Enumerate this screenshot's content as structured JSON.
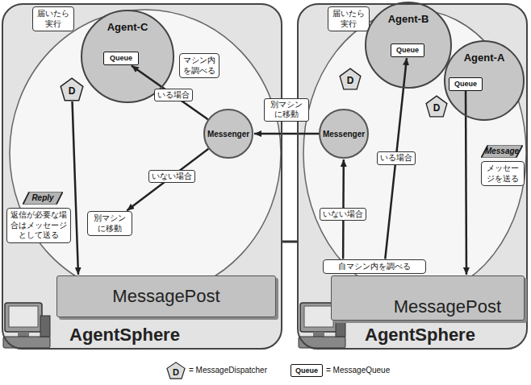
{
  "diagram": {
    "nodes": [
      {
        "text": [
          "AgentSphere"
        ]
      },
      {
        "text": [
          "届いたら実行"
        ],
        "in": 0
      },
      {
        "text": [
          "Agent-C"
        ],
        "in": 0
      },
      {
        "text": [
          "Queue"
        ],
        "in": 2
      },
      {
        "text": [
          "D"
        ],
        "in": 0
      },
      {
        "text": [
          "マシン内を調べる"
        ],
        "in": 0
      },
      {
        "text": [
          "Messenger"
        ],
        "in": 0
      },
      {
        "text": [
          "Reply"
        ],
        "in": 0
      },
      {
        "text": [
          "返信が必要な場合はメッセージとして送る"
        ],
        "in": 0
      },
      {
        "text": [
          "別マシンに移動"
        ],
        "in": 0
      },
      {
        "text": [
          "MessagePost"
        ],
        "in": 0
      },
      {
        "text": [
          "AgentSphere"
        ]
      },
      {
        "text": [
          "届いたら実行"
        ],
        "in": 11
      },
      {
        "text": [
          "Agent-B"
        ],
        "in": 11
      },
      {
        "text": [
          "Queue"
        ],
        "in": 13
      },
      {
        "text": [
          "D"
        ],
        "in": 11
      },
      {
        "text": [
          "Agent-A"
        ],
        "in": 11
      },
      {
        "text": [
          "Queue"
        ],
        "in": 16
      },
      {
        "text": [
          "D"
        ],
        "in": 11
      },
      {
        "text": [
          "Messenger"
        ],
        "in": 11
      },
      {
        "text": [
          "Message"
        ],
        "in": 11
      },
      {
        "text": [
          "メッセージを送る"
        ],
        "in": 11
      },
      {
        "text": [
          "MessagePost"
        ],
        "in": 11
      },
      {
        "text": [
          "自マシン内を調べる"
        ],
        "in": 22
      }
    ],
    "edges": [
      {
        "from": 17,
        "to": 22,
        "arrow": "to"
      },
      {
        "from": 23,
        "to": 14,
        "label": "いる場合",
        "arrow": "to"
      },
      {
        "from": 23,
        "to": 19,
        "label": "いない場合",
        "arrow": "to"
      },
      {
        "from": 19,
        "to": 6,
        "label": "別マシンに移動",
        "arrow": "to"
      },
      {
        "from": 6,
        "to": 3,
        "label": "いる場合",
        "arrow": "to"
      },
      {
        "from": 6,
        "to": 9,
        "label": "いない場合",
        "arrow": "to"
      },
      {
        "from": 4,
        "to": 10,
        "arrow": "to"
      }
    ],
    "labels": [
      "D",
      "Queue"
    ],
    "legend": [
      {
        "text": "= MessageDispatcher"
      },
      {
        "text": "= MessageQueue"
      }
    ]
  }
}
